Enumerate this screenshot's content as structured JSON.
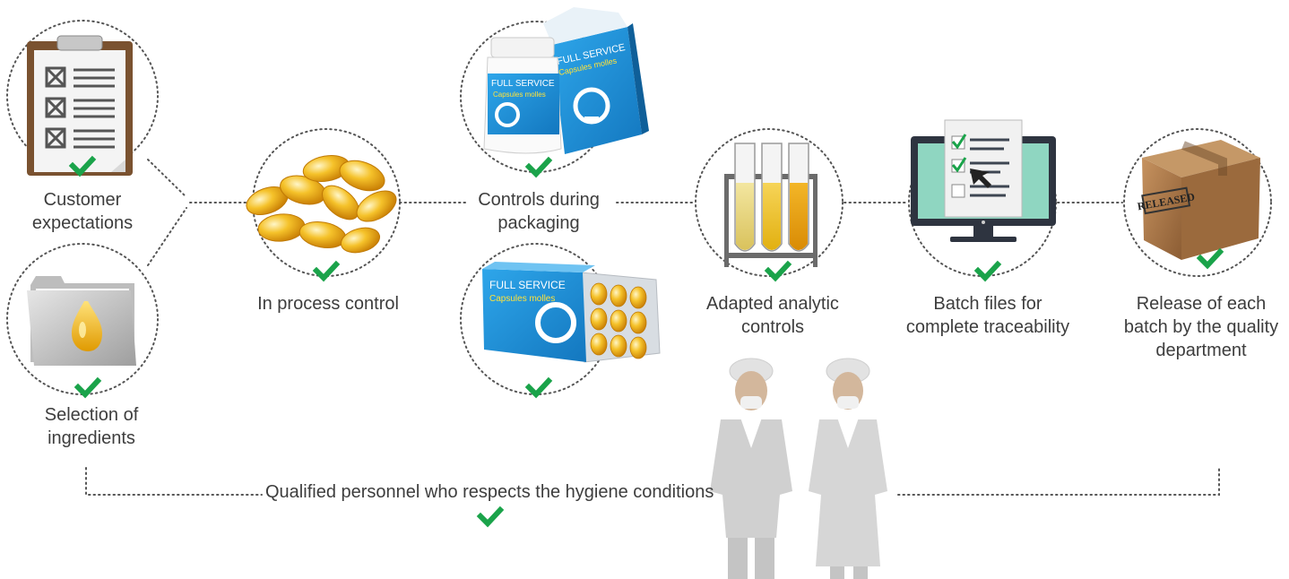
{
  "steps": {
    "customer": {
      "lines": [
        "Customer",
        "expectations"
      ]
    },
    "ingredients": {
      "lines": [
        "Selection of",
        "ingredients"
      ]
    },
    "in_process": {
      "lines": [
        "In process control"
      ]
    },
    "packaging": {
      "lines": [
        "Controls during",
        "packaging"
      ]
    },
    "analytic": {
      "lines": [
        "Adapted analytic",
        "controls"
      ]
    },
    "batch_files": {
      "lines": [
        "Batch files for",
        "complete traceability"
      ]
    },
    "release": {
      "lines": [
        "Release of each",
        "batch by the quality",
        "department"
      ]
    }
  },
  "personnel": {
    "text": "Qualified personnel who respects the hygiene conditions"
  },
  "product": {
    "brand": "FULL SERVICE",
    "subtitle": "Capsules molles",
    "stamp": "RELEASED"
  },
  "colors": {
    "check": "#1aa34a",
    "dotted": "#555555",
    "box_blue": "#1f8fd6",
    "capsule": "#f2b311",
    "cardboard": "#a9774a"
  }
}
